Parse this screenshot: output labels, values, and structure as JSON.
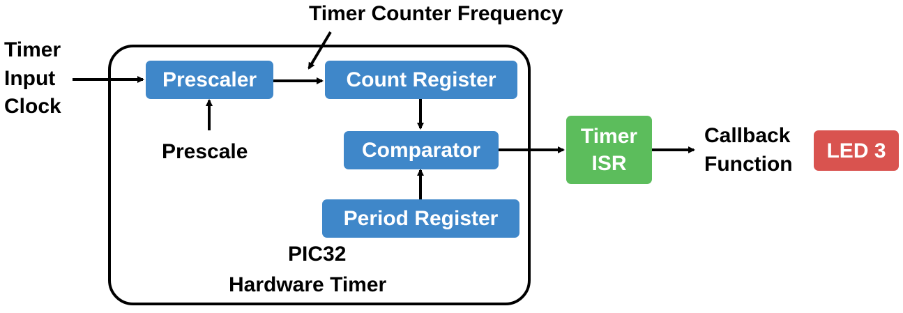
{
  "colors": {
    "block_blue": "#3f87c9",
    "isr_green": "#5cbd5c",
    "led_red": "#d9534f",
    "line": "#000000"
  },
  "labels": {
    "timer_input_clock": [
      "Timer",
      "Input",
      "Clock"
    ],
    "timer_counter_frequency": "Timer Counter Frequency",
    "prescale": "Prescale",
    "pic32": "PIC32",
    "hardware_timer": "Hardware Timer",
    "callback": "Callback",
    "function": "Function"
  },
  "blocks": {
    "prescaler": "Prescaler",
    "count_register": "Count Register",
    "comparator": "Comparator",
    "period_register": "Period Register",
    "timer_isr_line1": "Timer",
    "timer_isr_line2": "ISR",
    "led": "LED 3"
  }
}
